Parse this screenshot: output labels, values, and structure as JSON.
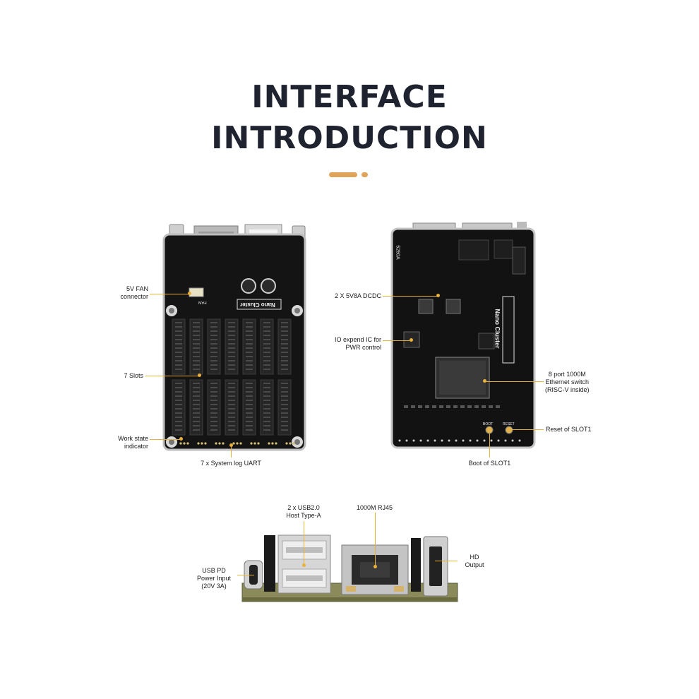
{
  "title": {
    "line1": "INTERFACE",
    "line2": "INTRODUCTION"
  },
  "colors": {
    "accent": "#e0a35a",
    "leader": "#e8b23a",
    "board": "#141414",
    "title": "#1f2330"
  },
  "front_board": {
    "labels": {
      "fan": "5V FAN\nconnector",
      "slots": "7 Slots",
      "work_state": "Work state\nindicator",
      "uart": "7 x System log UART"
    },
    "silkscreen": {
      "brand": "Nano Cluster",
      "fan": "FAN"
    }
  },
  "back_board": {
    "labels": {
      "dcdc": "2 X 5V8A DCDC",
      "io_expand": "IO expend IC for\nPWR control",
      "switch": "8 port 1000M\nEthernet switch\n(RISC-V inside)",
      "reset": "Reset of SLOT1",
      "boot": "Boot of SLOT1"
    },
    "silkscreen": {
      "brand": "Nano Cluster",
      "model": "5260A",
      "boot": "BOOT",
      "reset": "RESET"
    }
  },
  "side_view": {
    "labels": {
      "usb_host": "2 x USB2.0\nHost Type-A",
      "rj45": "1000M RJ45",
      "usb_pd": "USB PD\nPower Input\n(20V 3A)",
      "hd": "HD\nOutput"
    }
  }
}
